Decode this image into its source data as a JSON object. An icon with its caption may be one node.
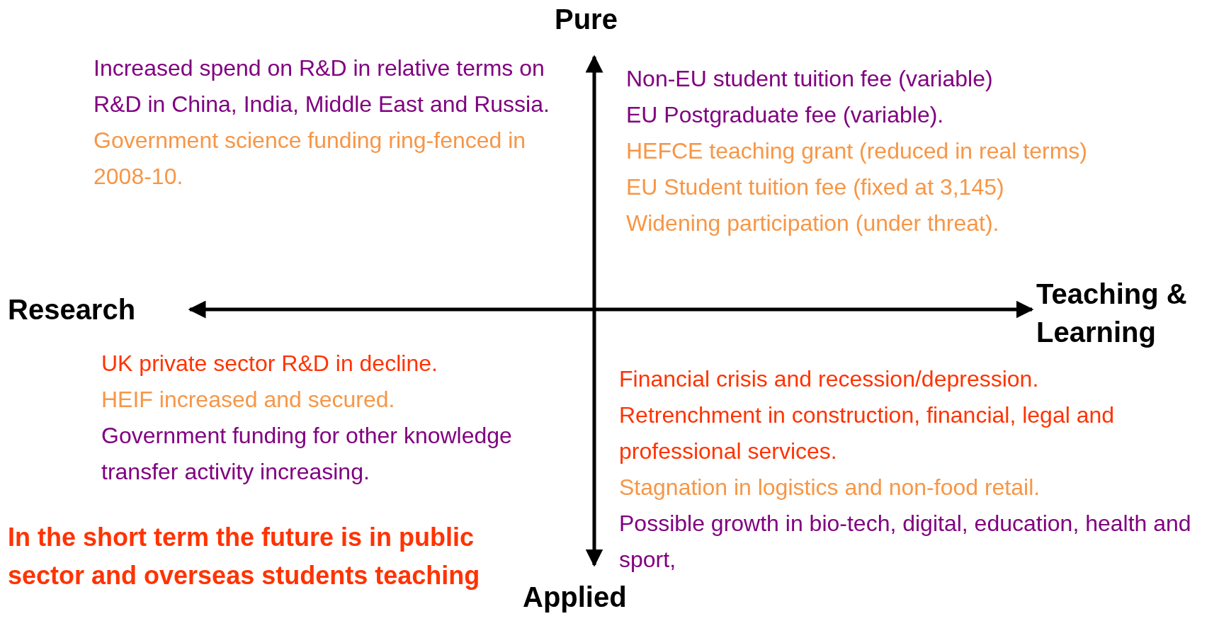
{
  "diagram": {
    "labels": [
      "Pure",
      "Increased spend on R&D in relative terms on R&D in China, India, Middle East and Russia.",
      "Government science funding ring-fenced in 2008-10.",
      "Non-EU student tuition fee (variable)",
      "EU Postgraduate fee (variable).",
      "HEFCE teaching grant (reduced in real terms)",
      "EU Student tuition fee (fixed at 3,145)",
      "Widening participation (under threat).",
      "Research",
      "Teaching & Learning",
      "UK private sector R&D in decline.",
      "HEIF increased and secured.",
      "Government funding for other knowledge transfer activity increasing.",
      "Financial crisis and recession/depression.",
      "Retrenchment in construction, financial, legal and professional services.",
      "Stagnation in logistics and non-food retail.",
      "Possible growth in bio-tech, digital, education, health and sport,",
      "In the short term the future is in public sector and overseas students teaching",
      "Applied"
    ]
  }
}
